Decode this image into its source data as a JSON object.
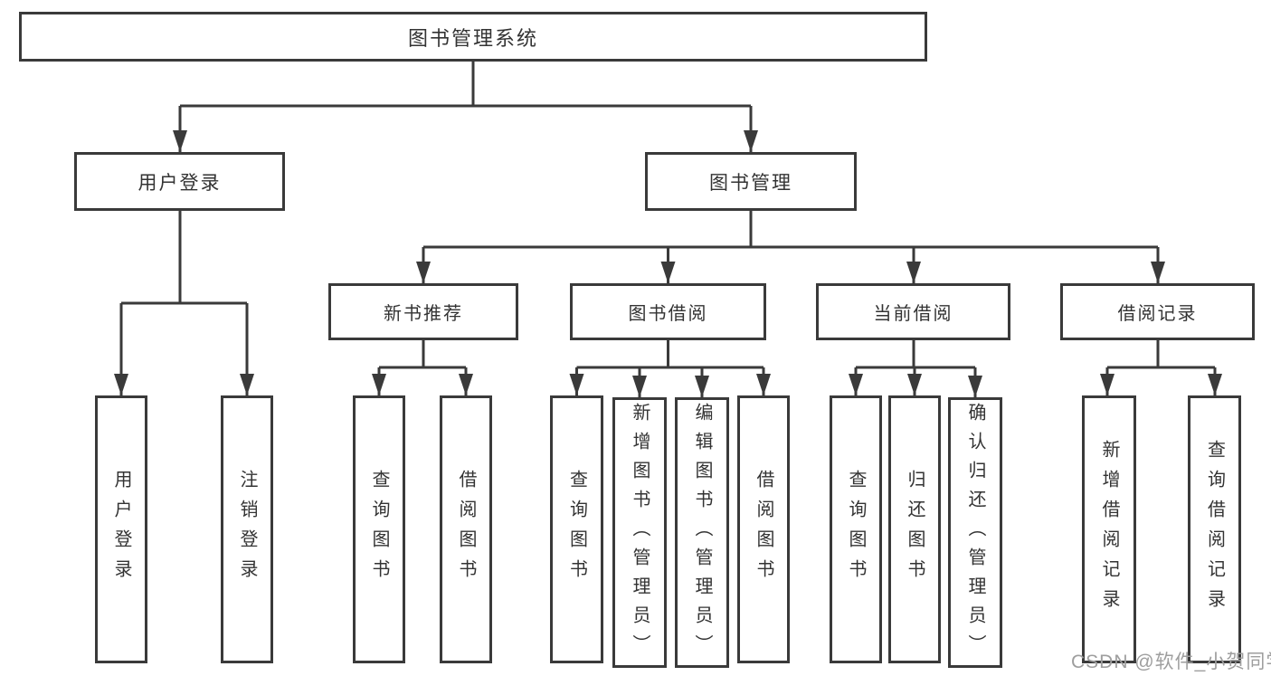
{
  "diagram": {
    "root": {
      "label": "图书管理系统"
    },
    "level2": [
      {
        "id": "user-login",
        "label": "用户登录"
      },
      {
        "id": "book-management",
        "label": "图书管理"
      }
    ],
    "level3": [
      {
        "id": "new-book-recommend",
        "label": "新书推荐"
      },
      {
        "id": "book-borrow",
        "label": "图书借阅"
      },
      {
        "id": "current-borrow",
        "label": "当前借阅"
      },
      {
        "id": "borrow-record",
        "label": "借阅记录"
      }
    ],
    "leaves": [
      {
        "id": "user-login-leaf",
        "label": "用户登录",
        "parent": "user-login"
      },
      {
        "id": "logout-login",
        "label": "注销登录",
        "parent": "user-login"
      },
      {
        "id": "query-books-recommend",
        "label": "查询图书",
        "parent": "new-book-recommend"
      },
      {
        "id": "borrow-books-recommend",
        "label": "借阅图书",
        "parent": "new-book-recommend"
      },
      {
        "id": "query-books-borrow",
        "label": "查询图书",
        "parent": "book-borrow"
      },
      {
        "id": "add-book-admin",
        "label": "新增图书（管理员）",
        "parent": "book-borrow"
      },
      {
        "id": "edit-book-admin",
        "label": "编辑图书（管理员）",
        "parent": "book-borrow"
      },
      {
        "id": "borrow-books",
        "label": "借阅图书",
        "parent": "book-borrow"
      },
      {
        "id": "query-books-current",
        "label": "查询图书",
        "parent": "current-borrow"
      },
      {
        "id": "return-books",
        "label": "归还图书",
        "parent": "current-borrow"
      },
      {
        "id": "confirm-return-admin",
        "label": "确认归还（管理员）",
        "parent": "current-borrow"
      },
      {
        "id": "add-borrow-record",
        "label": "新增借阅记录",
        "parent": "borrow-record"
      },
      {
        "id": "query-borrow-record",
        "label": "查询借阅记录",
        "parent": "borrow-record"
      }
    ]
  },
  "watermark": {
    "text": "CSDN @软件_小贺同学",
    "color": "#9e9e9e"
  },
  "colors": {
    "line": "#3a3a3a",
    "text": "#333333",
    "background": "#ffffff"
  }
}
